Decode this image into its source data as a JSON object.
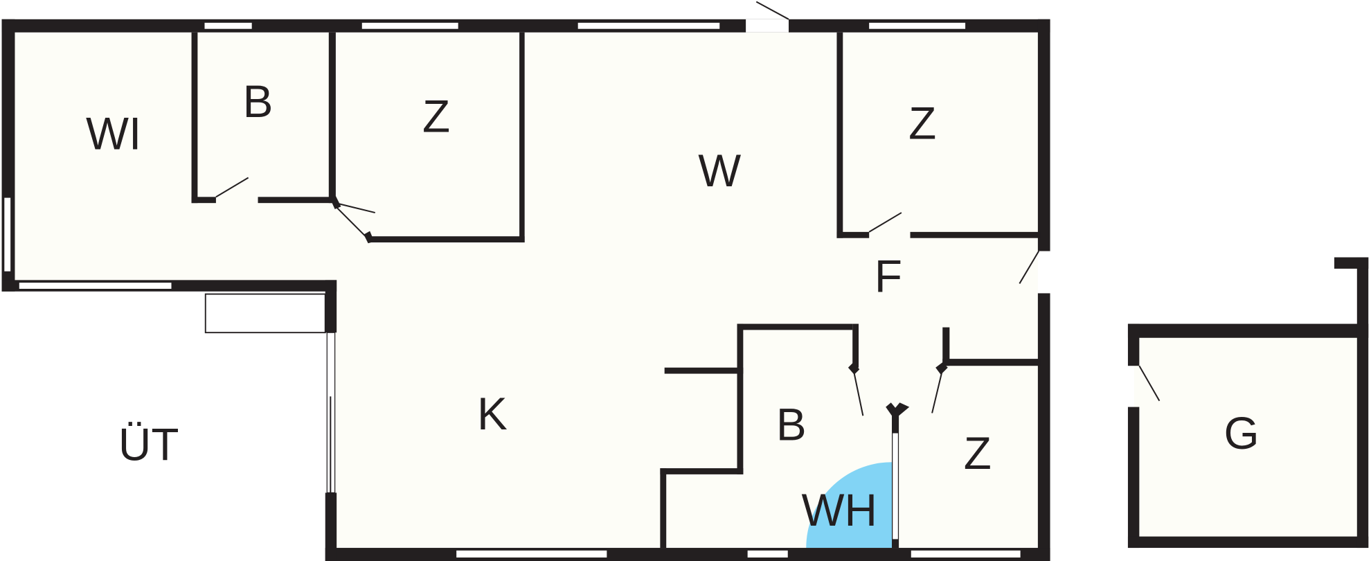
{
  "colors": {
    "wall": "#231f20",
    "floor": "#fdfdf7",
    "wet_area": "#82d4f5"
  },
  "rooms": {
    "wi": "WI",
    "b_top": "B",
    "z_top_left": "Z",
    "w": "W",
    "z_top_right": "Z",
    "f": "F",
    "k": "K",
    "ut": "ÜT",
    "b_bottom": "B",
    "z_bottom": "Z",
    "g": "G",
    "wh": "WH"
  }
}
